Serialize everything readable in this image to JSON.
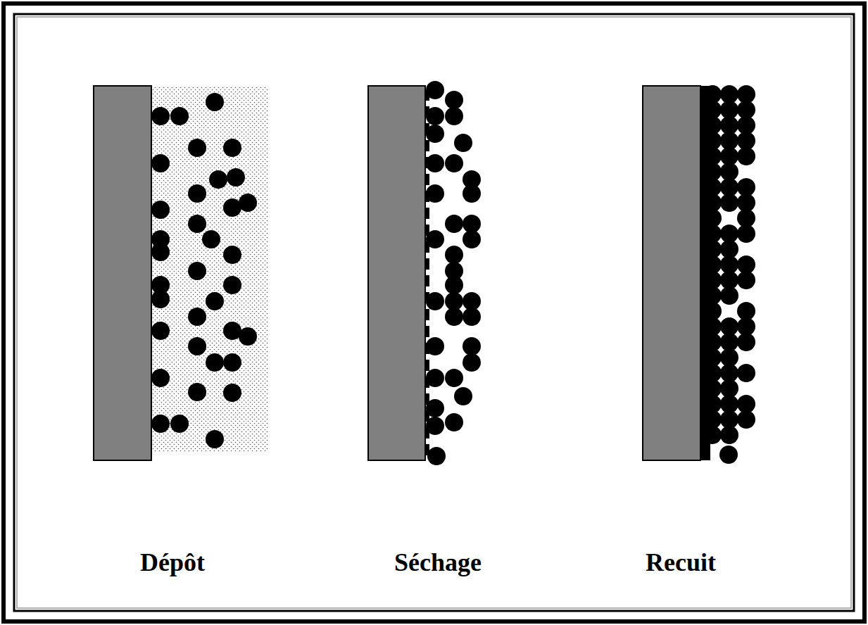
{
  "diagram": {
    "labels": [
      "Dépôt",
      "Séchage",
      "Recuit"
    ]
  }
}
